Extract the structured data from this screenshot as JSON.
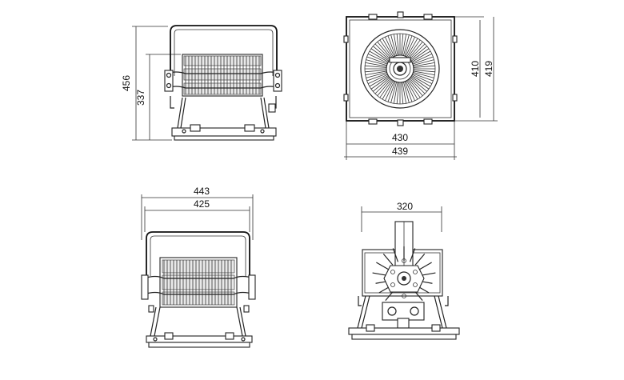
{
  "views": {
    "side": {
      "height_total": "456",
      "height_body": "337"
    },
    "top": {
      "width_inner": "430",
      "width_outer": "439",
      "height_inner": "410",
      "height_outer": "419"
    },
    "front": {
      "width_outer": "443",
      "width_inner": "425"
    },
    "rear": {
      "width": "320"
    }
  },
  "colors": {
    "line": "#222222",
    "background": "#ffffff"
  }
}
